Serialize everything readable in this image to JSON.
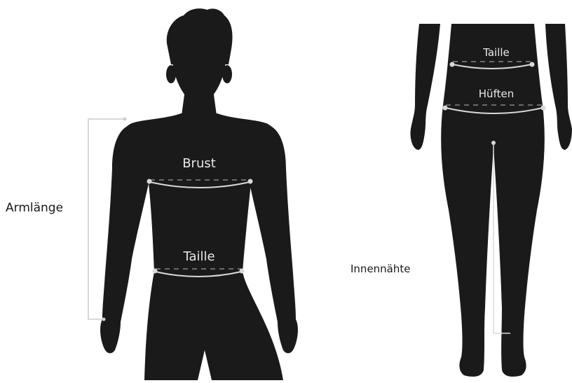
{
  "figure": {
    "upper_body": {
      "arm_length_label": "Armlänge",
      "chest_label": "Brust",
      "waist_label": "Taille"
    },
    "lower_body": {
      "waist_label": "Taille",
      "hips_label": "Hüften",
      "inseam_label": "Innennähte"
    }
  },
  "colors": {
    "silhouette": "#1a1a1a",
    "measure_line": "#d9d9d9",
    "bracket": "#cccccc",
    "label_dark": "#1a1a1a"
  }
}
